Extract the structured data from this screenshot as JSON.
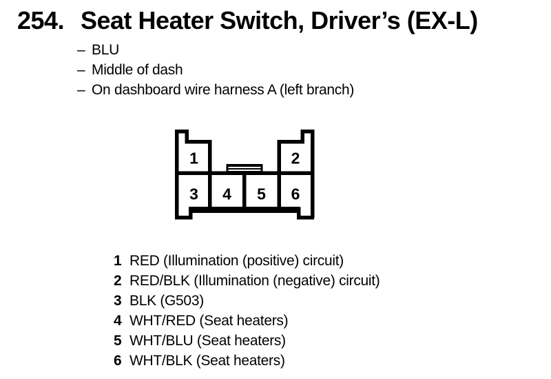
{
  "page": {
    "background": "#ffffff",
    "ink": "#000000"
  },
  "header": {
    "number": "254.",
    "title": "Seat Heater Switch, Driver’s (EX-L)"
  },
  "notes": {
    "marker": "–",
    "items": [
      "BLU",
      "Middle of dash",
      "On dashboard wire harness A (left branch)"
    ]
  },
  "connector": {
    "description": "6-pin connector, front view, with center lock tab",
    "top_row_pins": [
      "1",
      "2"
    ],
    "bottom_row_pins": [
      "3",
      "4",
      "5",
      "6"
    ]
  },
  "pins": [
    {
      "num": "1",
      "desc": "RED (Illumination (positive) circuit)"
    },
    {
      "num": "2",
      "desc": "RED/BLK (Illumination (negative) circuit)"
    },
    {
      "num": "3",
      "desc": "BLK (G503)"
    },
    {
      "num": "4",
      "desc": "WHT/RED (Seat heaters)"
    },
    {
      "num": "5",
      "desc": "WHT/BLU (Seat heaters)"
    },
    {
      "num": "6",
      "desc": "WHT/BLK (Seat heaters)"
    }
  ]
}
